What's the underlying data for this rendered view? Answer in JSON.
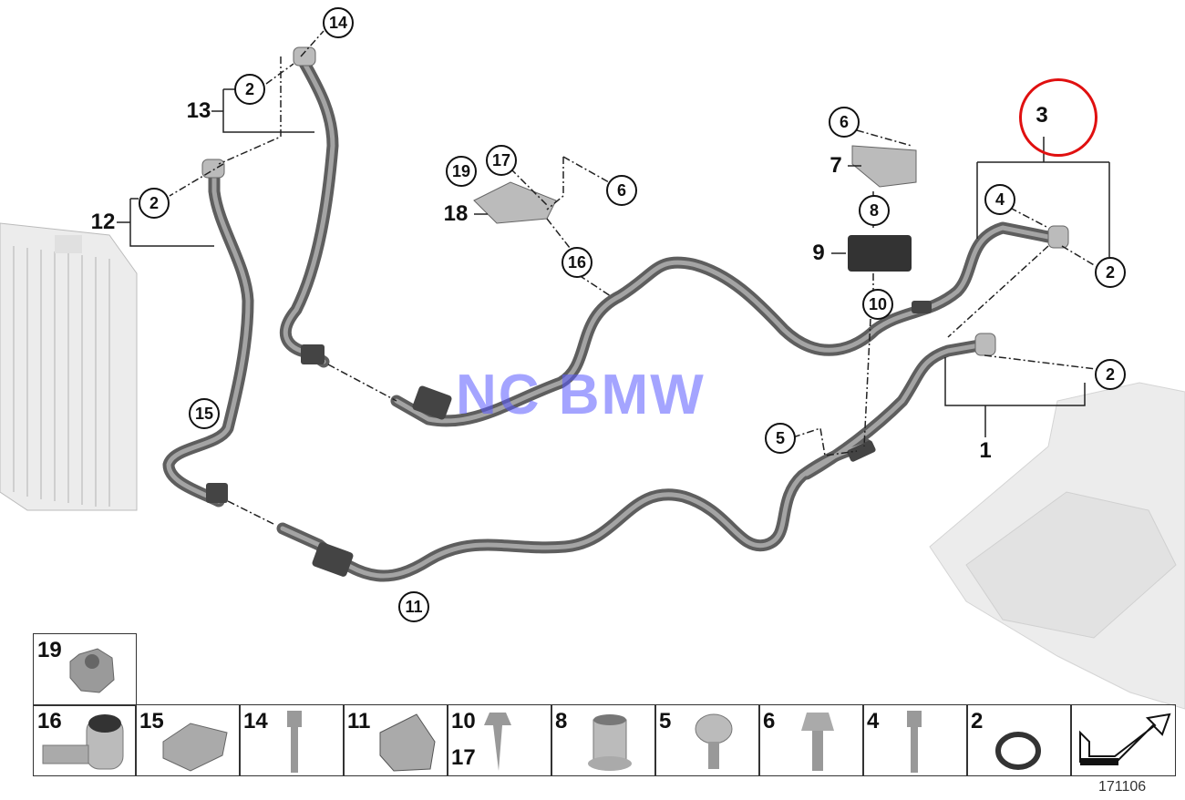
{
  "watermark": "NC BMW",
  "diagram_number": "171106",
  "callouts": [
    "14",
    "2",
    "2",
    "19",
    "17",
    "6",
    "16",
    "6",
    "8",
    "10",
    "4",
    "2",
    "2",
    "5",
    "15",
    "11"
  ],
  "group_labels": [
    "13",
    "12",
    "18",
    "7",
    "9",
    "3",
    "1"
  ],
  "highlighted_part": "3",
  "parts_strip": {
    "top": [
      "19"
    ],
    "bottom": [
      "16",
      "15",
      "14",
      "11",
      "10",
      "8",
      "5",
      "6",
      "4",
      "2"
    ],
    "bottom_secondary": "17",
    "arrow_icon": "direction-arrow-icon"
  }
}
